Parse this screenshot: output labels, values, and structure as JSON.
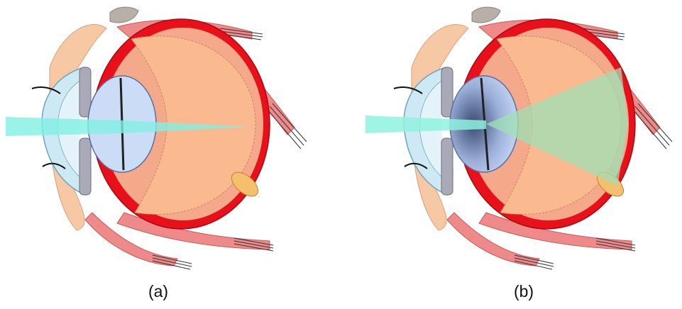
{
  "figure": {
    "panels": [
      {
        "label": "(a)",
        "state": "focused",
        "beam_color": "#7ff0e4"
      },
      {
        "label": "(b)",
        "state": "scattered",
        "beam_color": "#8ef2de"
      }
    ]
  },
  "colors": {
    "sclera": "#e8101a",
    "choroid_fill": "#f3a98a",
    "vitreous": "#fbb990",
    "lens": "#cbdcf7",
    "cornea": "#cdeaf4",
    "iris": "#a9a9b8",
    "muscle": "#ef8a8a",
    "skin": "#f6c9a4",
    "scatter_cone": "#9fe0b4"
  }
}
